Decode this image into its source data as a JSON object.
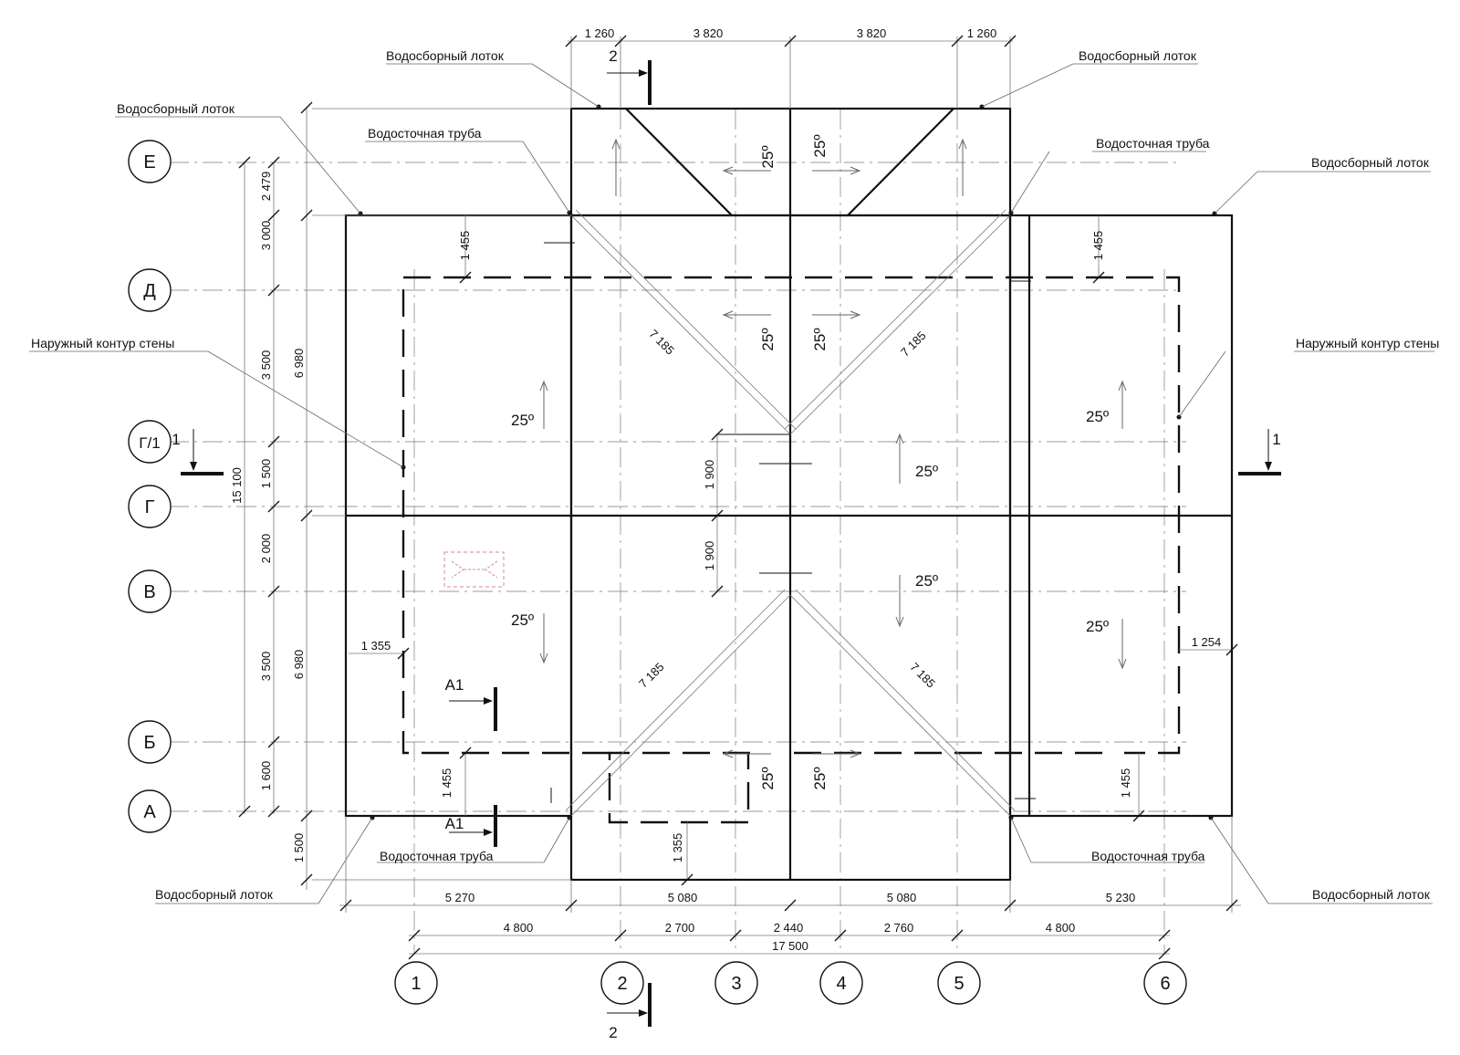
{
  "axes_letters": [
    "Е",
    "Д",
    "Г/1",
    "Г",
    "В",
    "Б",
    "А"
  ],
  "axes_numbers": [
    "1",
    "2",
    "3",
    "4",
    "5",
    "6"
  ],
  "labels": {
    "gutter": "Водосборный лоток",
    "downpipe": "Водосточная труба",
    "wall_contour": "Наружный контур стены",
    "slope": "25º"
  },
  "dims_top": [
    "1 260",
    "3 820",
    "3 820",
    "1 260"
  ],
  "dims_bottom_1": [
    "5 270",
    "5 080",
    "5 080",
    "5 230"
  ],
  "dims_bottom_2": [
    "4 800",
    "2 700",
    "2 440",
    "2 760",
    "4 800"
  ],
  "dims_bottom_total": "17 500",
  "dims_left_inner": [
    "2 479",
    "3 000",
    "3 500",
    "1 500",
    "2 000",
    "3 500",
    "1 600",
    "1 500"
  ],
  "dims_left_outer": [
    "6 980",
    "6 980"
  ],
  "dims_left_total": "15 100",
  "dims_misc": {
    "overhang_1455": "1 455",
    "overhang_1355": "1 355",
    "overhang_1254": "1 254",
    "ridge_1900": "1 900",
    "hip_7185": "7 185"
  },
  "section_marks": {
    "s1": "1",
    "s2": "2",
    "sA1": "А1"
  }
}
